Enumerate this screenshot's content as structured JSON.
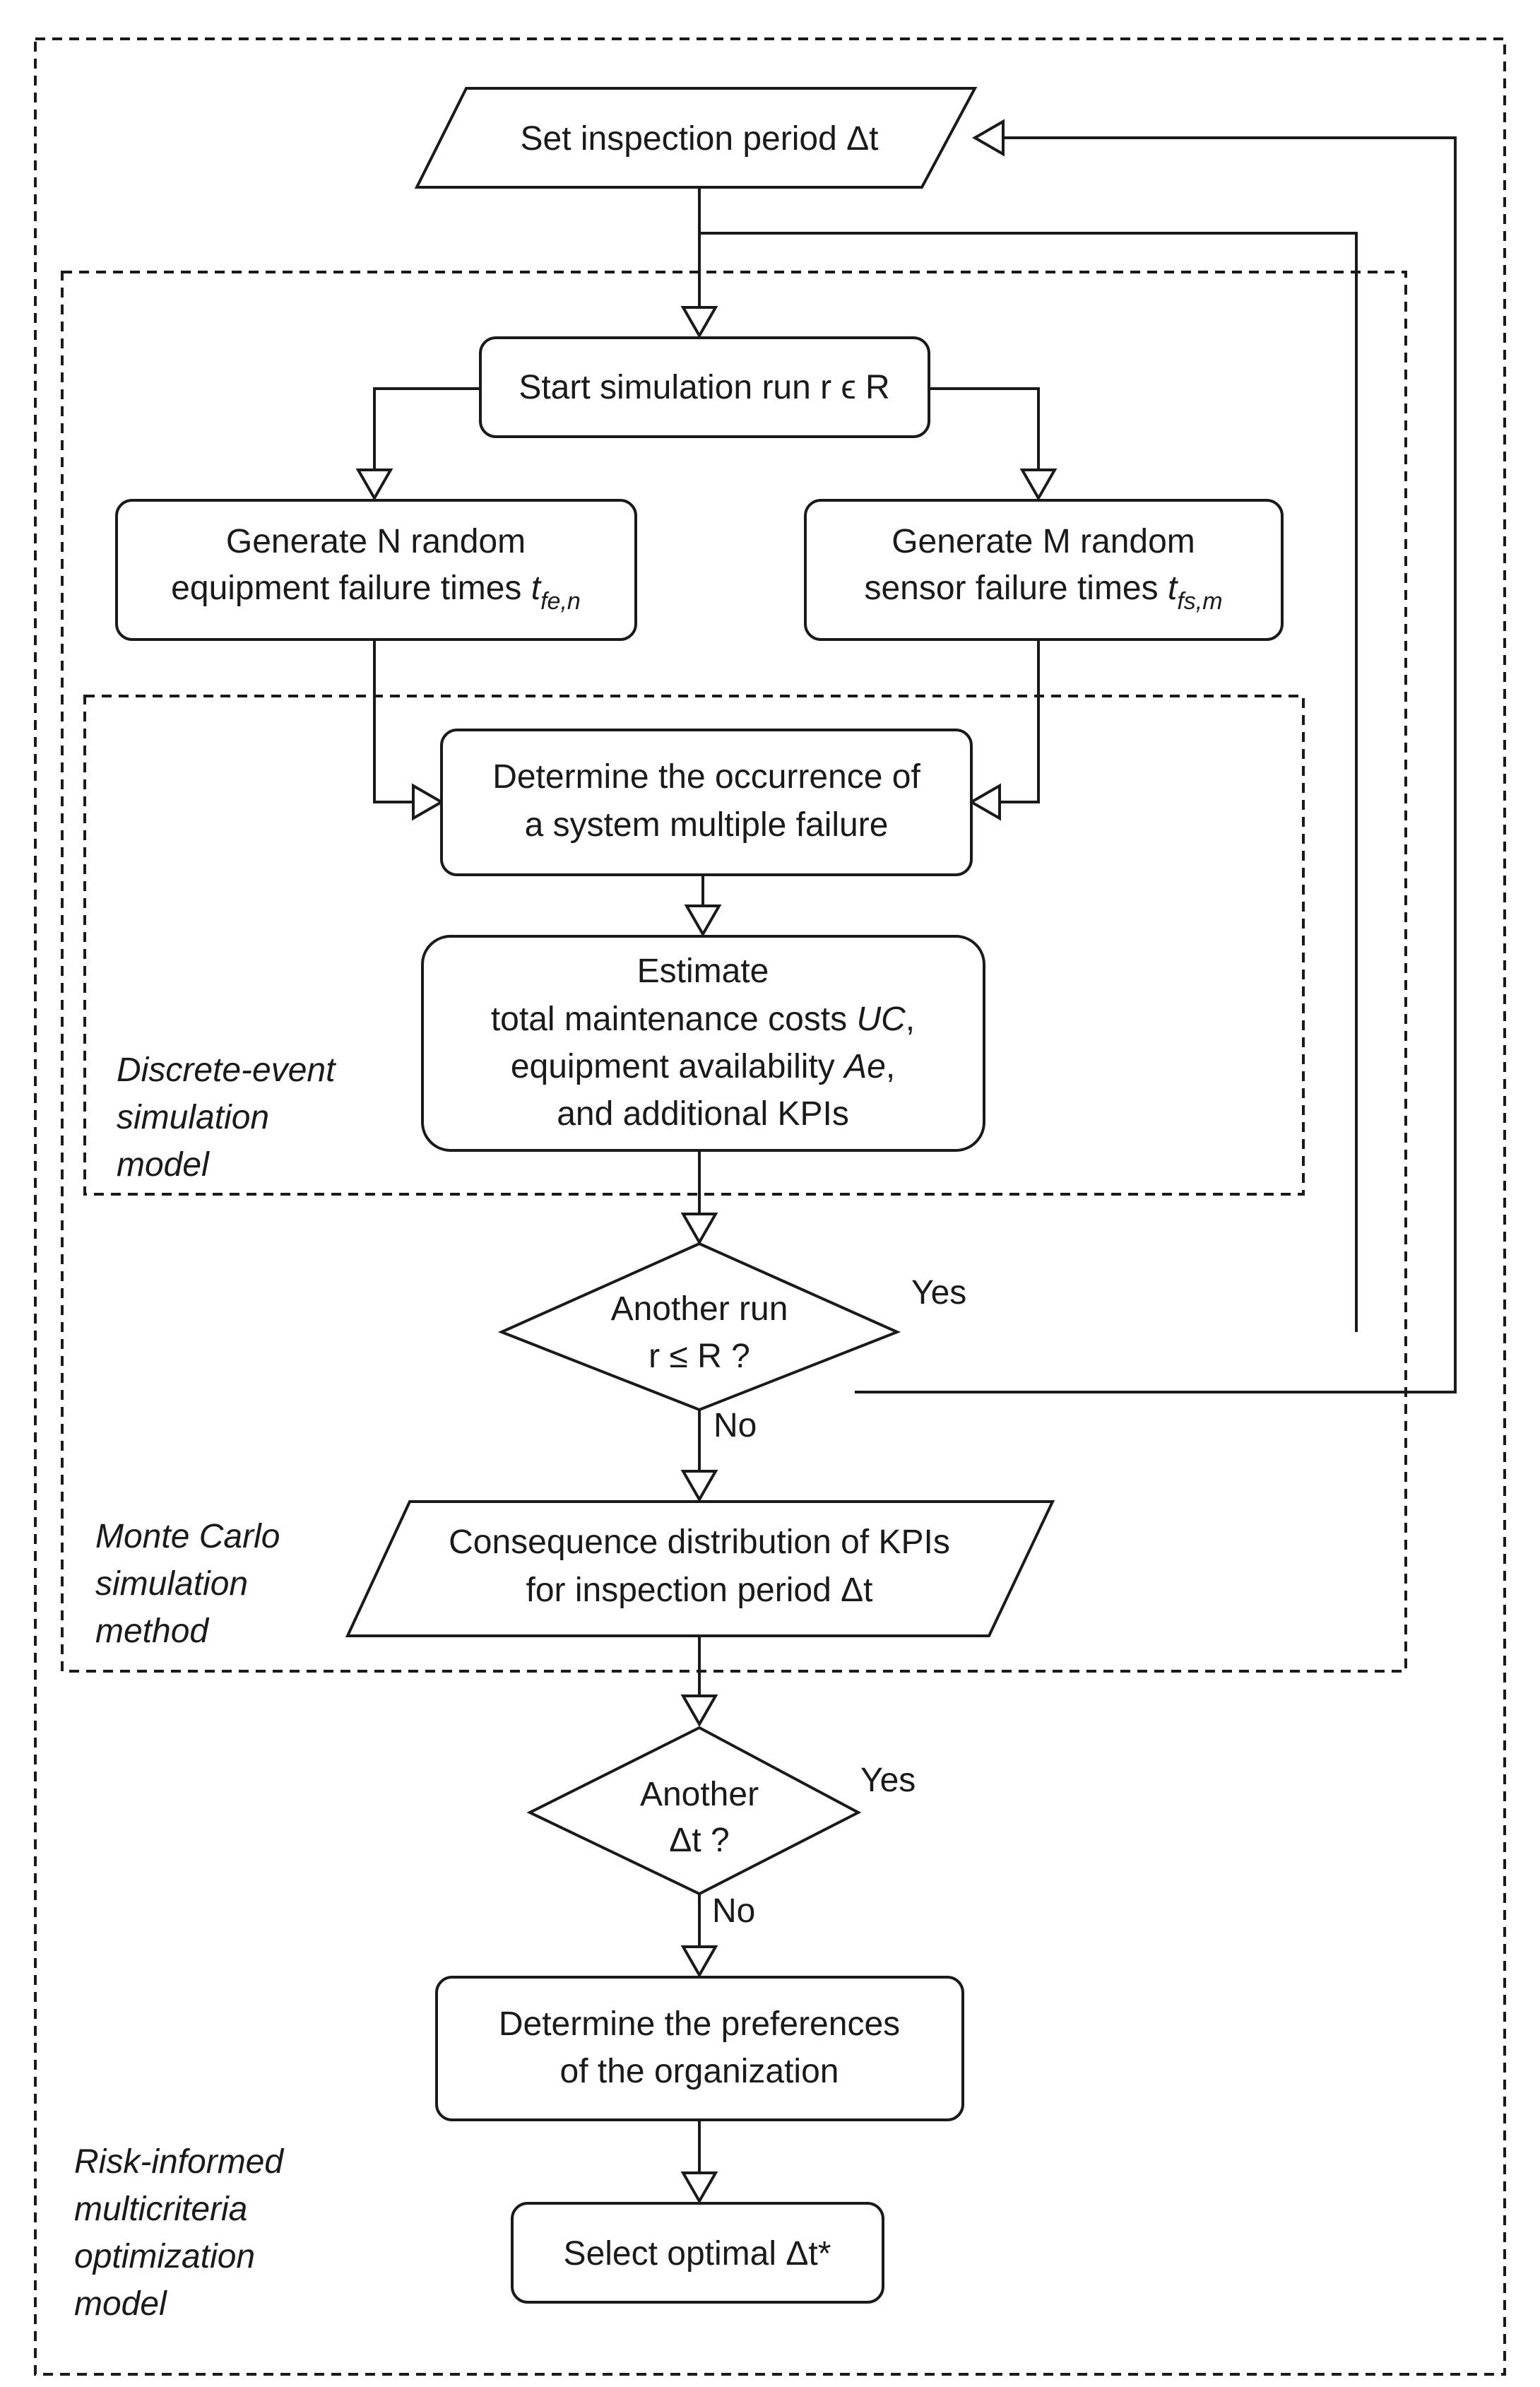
{
  "containers": {
    "risk_model": [
      "Risk-informed",
      "multicriteria",
      "optimization",
      "model"
    ],
    "monte_carlo": [
      "Monte Carlo",
      "simulation",
      "method"
    ],
    "discrete_event": [
      "Discrete-event",
      "simulation",
      "model"
    ]
  },
  "nodes": {
    "set_period": "Set inspection period Δt",
    "start_run": "Start simulation run r ϵ R",
    "gen_equipment": {
      "line1": "Generate N random",
      "line2": "equipment failure times ",
      "var": "t",
      "var_sub": "fe,n"
    },
    "gen_sensor": {
      "line1": "Generate M random",
      "line2": "sensor failure times ",
      "var": "t",
      "var_sub": "fs,m"
    },
    "determine_failure": [
      "Determine the occurrence of",
      "a system multiple failure"
    ],
    "estimate": {
      "line1": "Estimate",
      "line2": "total maintenance costs ",
      "line2_var": "UC",
      "line2_end": ",",
      "line3": "equipment availability ",
      "line3_var": "Ae",
      "line3_end": ",",
      "line4": "and additional KPIs"
    },
    "another_run": [
      "Another run",
      "r ≤ R ?"
    ],
    "consequence": [
      "Consequence distribution of KPIs",
      "for inspection period Δt"
    ],
    "another_dt": [
      "Another",
      "Δt ?"
    ],
    "preferences": [
      "Determine the preferences",
      "of the organization"
    ],
    "select_optimal": "Select optimal Δt*"
  },
  "edge_labels": {
    "run_yes": "Yes",
    "run_no": "No",
    "dt_yes": "Yes",
    "dt_no": "No"
  }
}
